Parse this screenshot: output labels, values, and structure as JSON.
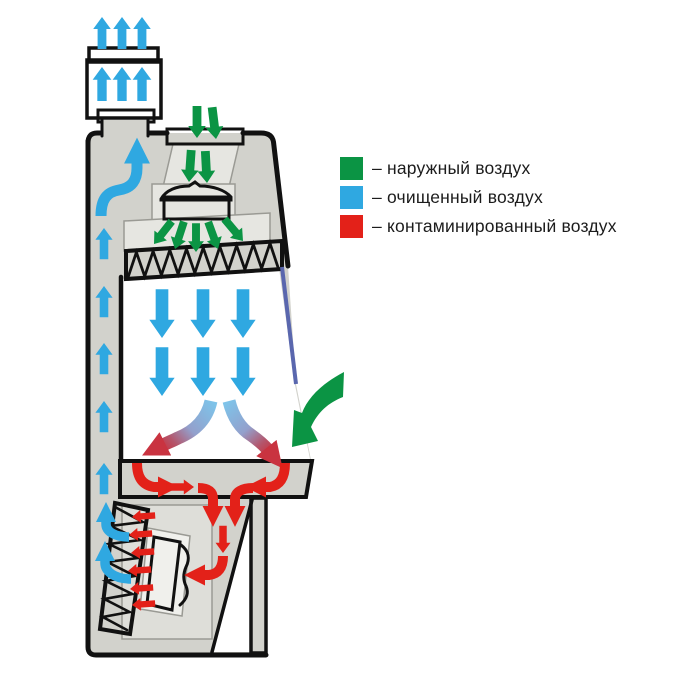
{
  "diagram": {
    "type": "biosafety-cabinet-airflow-schematic",
    "legend": {
      "items": [
        {
          "id": "outside-air",
          "label": "– наружный воздух",
          "color": "#0B9444"
        },
        {
          "id": "clean-air",
          "label": "– очищенный воздух",
          "color": "#2FA8E1"
        },
        {
          "id": "contaminated-air",
          "label": "– контаминированный воздух",
          "color": "#E32119"
        }
      ]
    },
    "colors": {
      "outside_air": "#0B9444",
      "clean_air": "#2FA8E1",
      "contaminated_air": "#E32119",
      "filter_yellow": "#FFDD00",
      "fan_purple": "#8E80C6",
      "cabinet_gray": "#D2D2CC",
      "sash_glass": "#5A67AE"
    }
  }
}
